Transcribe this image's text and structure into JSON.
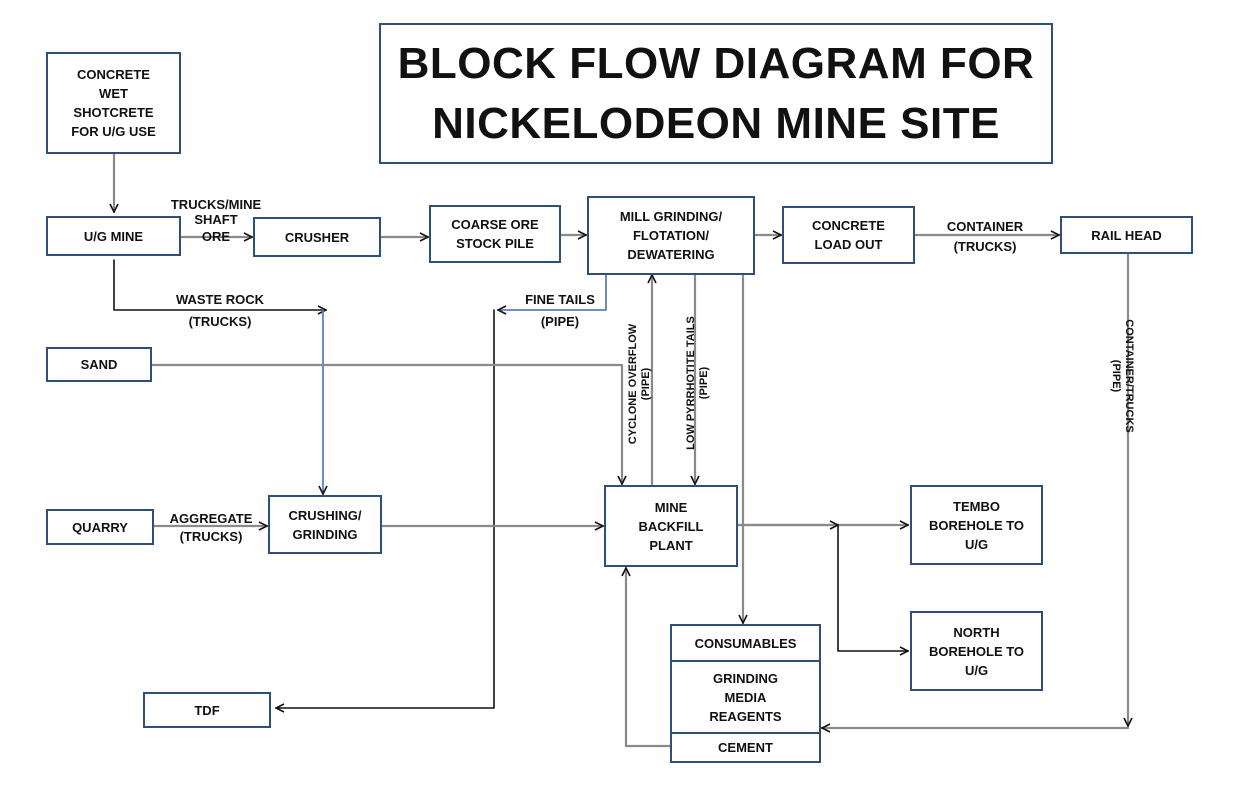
{
  "title": {
    "line1": "BLOCK FLOW DIAGRAM FOR",
    "line2": "NICKELODEON MINE SITE"
  },
  "nodes": {
    "concrete": [
      "CONCRETE",
      "WET",
      "SHOTCRETE",
      "FOR U/G USE"
    ],
    "ug_mine": [
      "U/G MINE"
    ],
    "crusher": [
      "CRUSHER"
    ],
    "coarse_ore": [
      "COARSE ORE",
      "STOCK PILE"
    ],
    "mill": [
      "MILL GRINDING/",
      "FLOTATION/",
      "DEWATERING"
    ],
    "concrete_load": [
      "CONCRETE",
      "LOAD OUT"
    ],
    "rail_head": [
      "RAIL HEAD"
    ],
    "sand": [
      "SAND"
    ],
    "quarry": [
      "QUARRY"
    ],
    "crushing_grinding": [
      "CRUSHING/",
      "GRINDING"
    ],
    "backfill": [
      "MINE",
      "BACKFILL",
      "PLANT"
    ],
    "tembo": [
      "TEMBO",
      "BOREHOLE TO",
      "U/G"
    ],
    "north": [
      "NORTH",
      "BOREHOLE TO",
      "U/G"
    ],
    "consumables_header": [
      "CONSUMABLES"
    ],
    "consumables_body": [
      "GRINDING",
      "MEDIA",
      "REAGENTS"
    ],
    "cement": [
      "CEMENT"
    ],
    "tdf": [
      "TDF"
    ]
  },
  "labels": {
    "trucks_mine_shaft": [
      "TRUCKS/MINE",
      "SHAFT",
      "ORE"
    ],
    "waste_rock": [
      "WASTE ROCK",
      "(TRUCKS)"
    ],
    "fine_tails": [
      "FINE TAILS",
      "(PIPE)"
    ],
    "container_trucks": [
      "CONTAINER",
      "(TRUCKS)"
    ],
    "aggregate": [
      "AGGREGATE",
      "(TRUCKS)"
    ],
    "cyclone_overflow": [
      "CYCLONE OVERFLOW",
      "(PIPE)"
    ],
    "low_pyrrhotite": [
      "LOW PYRRHOTITE TAILS",
      "(PIPE)"
    ],
    "container_trucks_pipe": [
      "CONTAINER/TRUCKS",
      "(PIPE)"
    ]
  },
  "colors": {
    "box_border": "#2e4f7a",
    "line": "#8a8a8a",
    "blue_line": "#5b7fc0",
    "arrow": "#111111"
  }
}
